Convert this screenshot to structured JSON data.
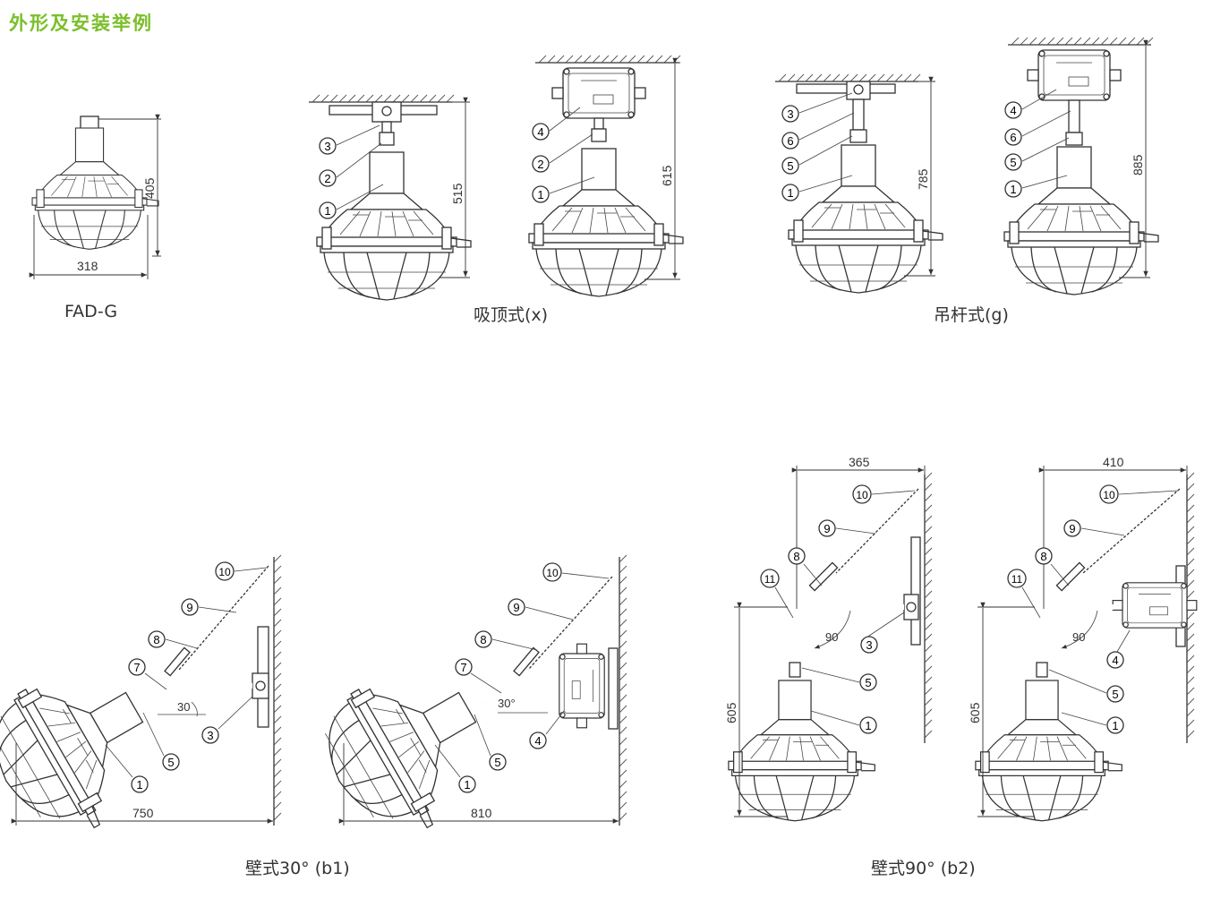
{
  "heading": "外形及安装举例",
  "captions": {
    "fad": "FAD-G",
    "ceiling": "吸顶式(x)",
    "pendant": "吊杆式(g)",
    "wall30": "壁式30°  (b1)",
    "wall90": "壁式90°  (b2)"
  },
  "dims": {
    "fad_h": "405",
    "fad_w": "318",
    "x1_h": "515",
    "x2_h": "615",
    "g1_h": "785",
    "g2_h": "885",
    "b1a_w": "750",
    "b1b_w": "810",
    "b1_ang": "30",
    "b1_ang2": "30°",
    "b2a_w": "365",
    "b2b_w": "410",
    "b2a_h": "605",
    "b2b_h": "605",
    "b2_ang": "90"
  },
  "callouts": {
    "x1": [
      "3",
      "2",
      "1"
    ],
    "x2": [
      "4",
      "2",
      "1"
    ],
    "g1": [
      "3",
      "6",
      "5",
      "1"
    ],
    "g2": [
      "4",
      "6",
      "5",
      "1"
    ],
    "b1a": [
      "10",
      "9",
      "8",
      "7",
      "5",
      "3",
      "1"
    ],
    "b1b": [
      "10",
      "9",
      "8",
      "7",
      "5",
      "4",
      "1"
    ],
    "b2a": [
      "10",
      "9",
      "8",
      "11",
      "3",
      "5",
      "1"
    ],
    "b2b": [
      "10",
      "9",
      "8",
      "11",
      "4",
      "5",
      "1"
    ]
  }
}
